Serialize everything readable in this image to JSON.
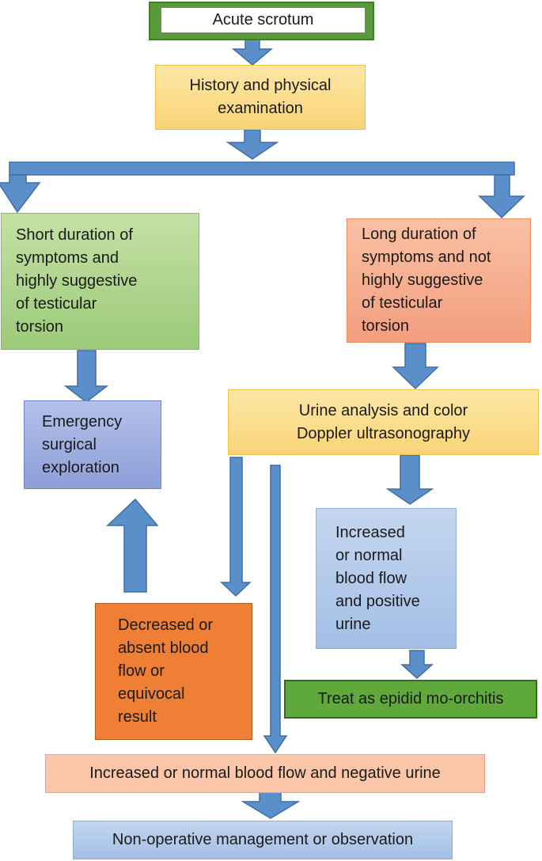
{
  "nodes": {
    "acute_scrotum": "Acute scrotum",
    "history_exam": [
      "History and physical",
      "examination"
    ],
    "short_duration": [
      "Short duration of",
      "symptoms and",
      "highly suggestive",
      "of testicular",
      "torsion"
    ],
    "long_duration": [
      "Long duration of",
      "symptoms and not",
      "highly suggestive",
      "of testicular",
      "torsion"
    ],
    "emergency_exploration": [
      "Emergency",
      "surgical",
      "exploration"
    ],
    "urine_doppler": [
      "Urine analysis and color",
      "Doppler ultrasonography"
    ],
    "increased_positive": [
      "Increased",
      "or normal",
      "blood flow",
      "and positive",
      "urine"
    ],
    "decreased_absent": [
      "Decreased or",
      "absent blood",
      "flow or",
      "equivocal",
      "result"
    ],
    "treat_epididymo": "Treat as epidid mo-orchitis",
    "increased_negative": "Increased or normal blood flow and negative urine",
    "non_operative": "Non-operative management or observation"
  },
  "colors": {
    "arrow_fill": "#5b8fc9",
    "arrow_stroke": "#3f6fa8",
    "start_border": "#5a9a3c",
    "yellow_box": "#f9d476",
    "green_box": "#a9d18e",
    "salmon_box": "#f4a582",
    "purple_box": "#8ea1d9",
    "light_blue_box": "#a9c4e8",
    "orange_box": "#ee7f34",
    "dark_green_box": "#5fa83a",
    "peach_box": "#fbc6a8"
  }
}
